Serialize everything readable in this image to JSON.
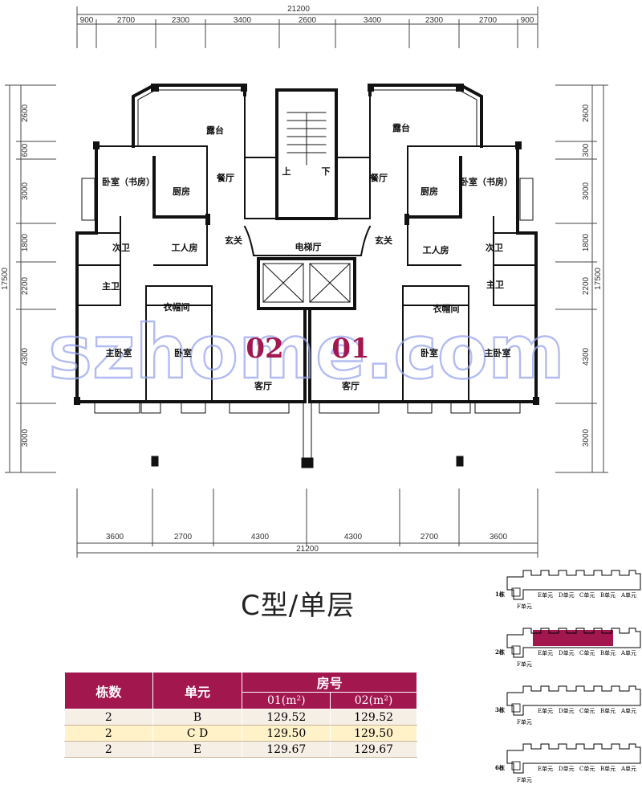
{
  "plan": {
    "total_width": "21200",
    "top_dims": [
      "900",
      "2700",
      "2300",
      "3400",
      "2600",
      "3400",
      "2300",
      "2700",
      "900"
    ],
    "bottom_dims": [
      "3600",
      "2700",
      "4300",
      "4300",
      "2700",
      "3600"
    ],
    "left_dims": [
      "2600",
      "600",
      "3000",
      "1800",
      "2200",
      "4300",
      "3000"
    ],
    "right_dims": [
      "2600",
      "300",
      "3000",
      "1800",
      "2200",
      "4300",
      "3000"
    ],
    "total_height": "17500",
    "rooms": {
      "balcony": "露台",
      "dining": "餐厅",
      "bedroom_study": "卧室（书房）",
      "kitchen": "厨房",
      "second_bath": "次卫",
      "maid_room": "工人房",
      "foyer": "玄关",
      "lift_hall": "电梯厅",
      "up": "上",
      "down": "下",
      "master_bath": "主卫",
      "cloakroom": "衣帽间",
      "master_bedroom": "主卧室",
      "bedroom": "卧室",
      "living": "客厅"
    },
    "unit_left": "02",
    "unit_right": "01",
    "watermark": "szhome.com"
  },
  "title": "C型/单层",
  "table": {
    "h_building": "栋数",
    "h_unit": "单元",
    "h_room": "房号",
    "h_01": "01(m²)",
    "h_02": "02(m²)",
    "rows": [
      {
        "building": "2",
        "unit": "B",
        "a01": "129.52",
        "a02": "129.52"
      },
      {
        "building": "2",
        "unit": "C D",
        "a01": "129.50",
        "a02": "129.50"
      },
      {
        "building": "2",
        "unit": "E",
        "a01": "129.67",
        "a02": "129.67"
      }
    ]
  },
  "key_plans": {
    "buildings": [
      "1栋",
      "2栋",
      "3栋",
      "6栋"
    ],
    "units": [
      "E单元",
      "D单元",
      "C单元",
      "B单元",
      "A单元"
    ],
    "f_unit": "F单元",
    "highlight_color": "#a3174f"
  }
}
